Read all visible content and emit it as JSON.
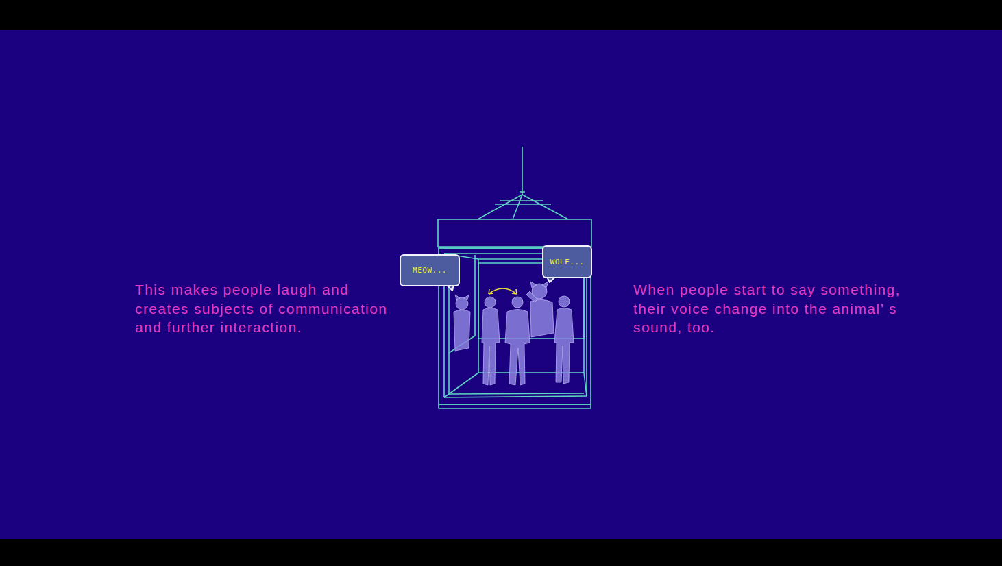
{
  "diagram": {
    "nodes": [
      {
        "text": [
          "MEOW..."
        ]
      },
      {
        "text": [
          "WOLF..."
        ]
      }
    ],
    "labels": [
      "This makes people laugh and creates subjects of communication and further interaction.",
      "When people start to say something, their voice change into the animal’ s sound, too."
    ]
  }
}
